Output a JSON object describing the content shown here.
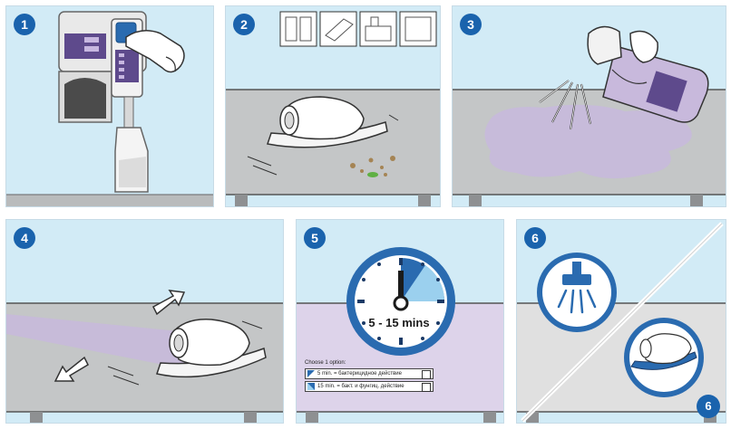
{
  "steps": [
    {
      "number": "1",
      "scene": "press-button-on-dispenser"
    },
    {
      "number": "2",
      "scene": "wipe-debris-from-surface"
    },
    {
      "number": "3",
      "scene": "spray-disinfectant-on-surface"
    },
    {
      "number": "4",
      "scene": "spread-solution-with-wipe"
    },
    {
      "number": "5",
      "scene": "wait-contact-time"
    },
    {
      "number": "6",
      "scene": "rinse-and-dry-surface"
    }
  ],
  "clock": {
    "label": "5 - 15 mins"
  },
  "options": {
    "header": "Choose 1 option:",
    "items": [
      {
        "time": "5 min.",
        "desc": "= бактерицидное действие"
      },
      {
        "time": "15 min.",
        "desc": "= бакт. и фунгиц. действие"
      }
    ]
  },
  "corner_badge": "6",
  "colors": {
    "badge": "#1a63ad",
    "sky": "#d2ebf6",
    "counter": "#c4c6c7",
    "purple": "#c8b9dc",
    "accent_blue": "#2a6bb0"
  }
}
